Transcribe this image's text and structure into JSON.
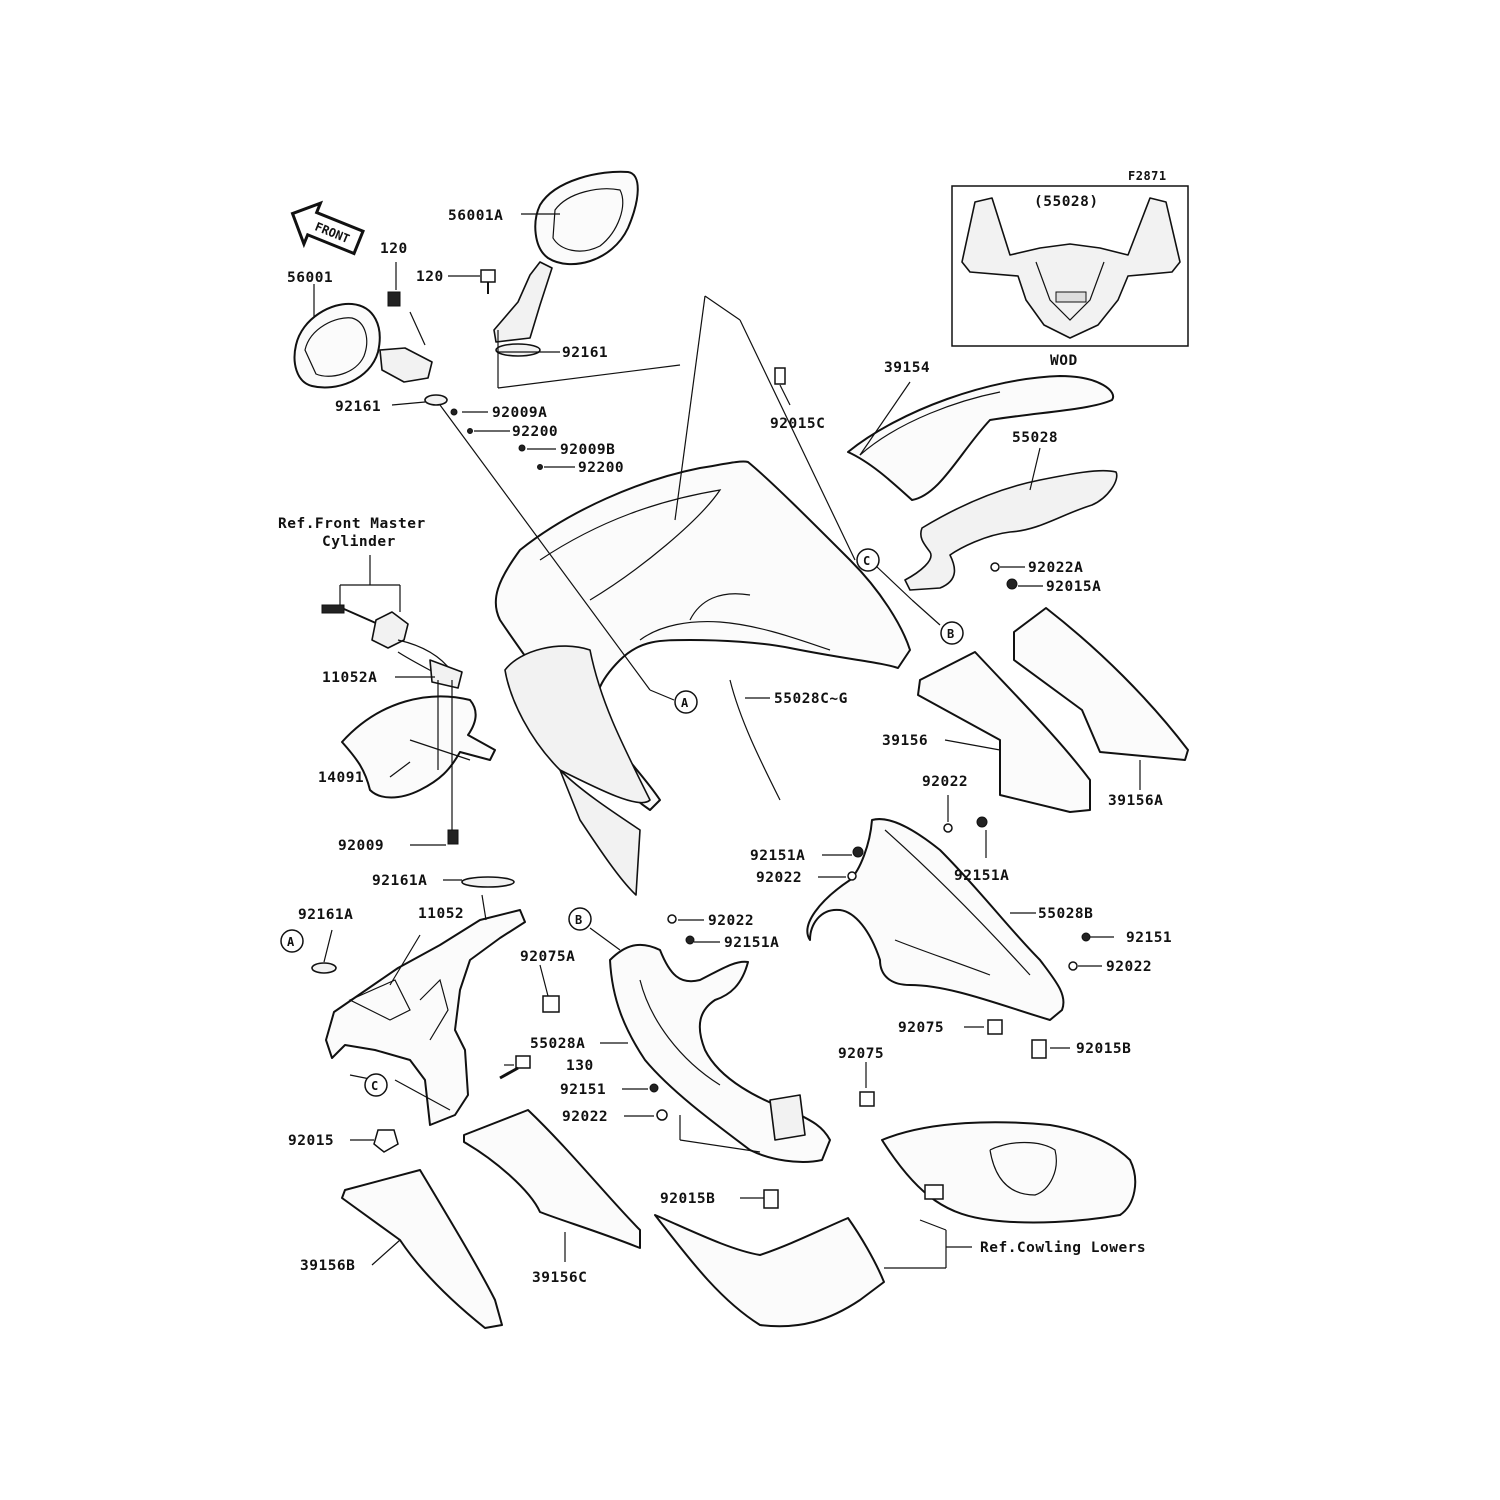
{
  "figure_code": "F2871",
  "front_badge": "FRONT",
  "inset": {
    "part": "(55028)",
    "caption": "WOD"
  },
  "refs": {
    "front_master_line1": "Ref.Front Master",
    "front_master_line2": "Cylinder",
    "cowling_lowers": "Ref.Cowling Lowers"
  },
  "callouts": {
    "A": "A",
    "B": "B",
    "C": "C"
  },
  "parts": {
    "p56001A": "56001A",
    "p120a": "120",
    "p120b": "120",
    "p56001": "56001",
    "p92161a": "92161",
    "p92161b": "92161",
    "p92009A": "92009A",
    "p92200a": "92200",
    "p92009B": "92009B",
    "p92200b": "92200",
    "p92015C": "92015C",
    "p39154": "39154",
    "p55028": "55028",
    "p92022A": "92022A",
    "p92015A": "92015A",
    "p11052A": "11052A",
    "p14091": "14091",
    "p92009": "92009",
    "p55028CG": "55028C~G",
    "p39156": "39156",
    "p39156A": "39156A",
    "p92022a": "92022",
    "p92151Aa": "92151A",
    "p92151Ab": "92151A",
    "p92022b": "92022",
    "p92161Aa": "92161A",
    "p92161Ab": "92161A",
    "p11052": "11052",
    "p92022c": "92022",
    "p92151Ac": "92151A",
    "p55028B": "55028B",
    "p92151a": "92151",
    "p92022d": "92022",
    "p92075A": "92075A",
    "p55028A": "55028A",
    "p130": "130",
    "p92075a": "92075",
    "p92075b": "92075",
    "p92015B_a": "92015B",
    "p92151b": "92151",
    "p92022e": "92022",
    "p92015": "92015",
    "p92015B_b": "92015B",
    "p39156B": "39156B",
    "p39156C": "39156C"
  }
}
